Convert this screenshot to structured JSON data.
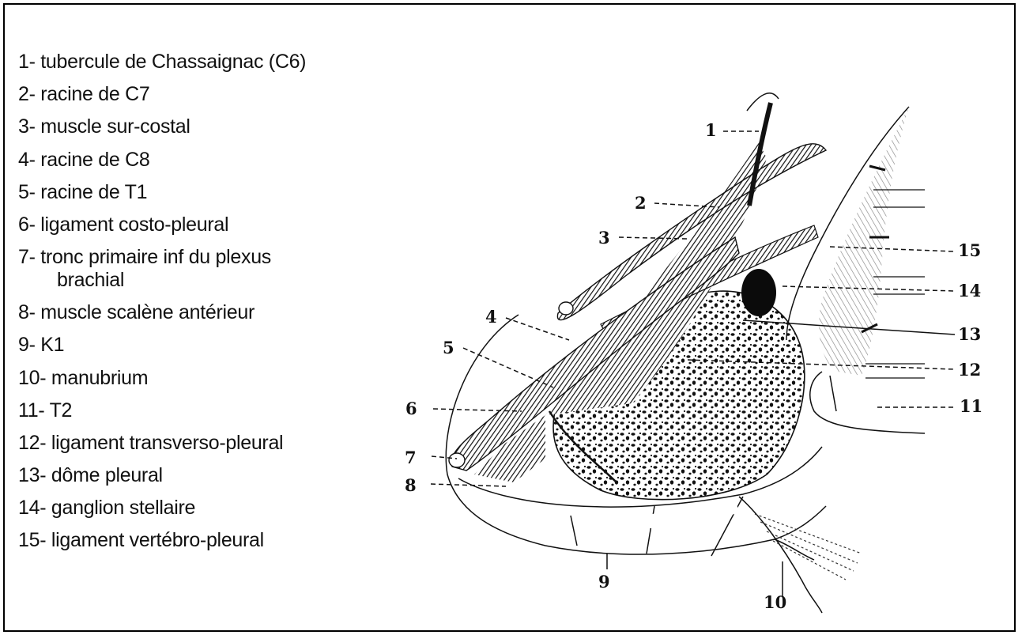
{
  "legend": {
    "items": [
      {
        "text": "1- tubercule de Chassaignac (C6)"
      },
      {
        "text": "2- racine de C7"
      },
      {
        "text": "3- muscle sur-costal"
      },
      {
        "text": "4- racine de C8"
      },
      {
        "text": "5- racine de T1"
      },
      {
        "text": "6- ligament costo-pleural"
      },
      {
        "text": "7- tronc primaire inf du plexus",
        "cont": "brachial"
      },
      {
        "text": "8- muscle scalène antérieur"
      },
      {
        "text": "9- K1"
      },
      {
        "text": "10- manubrium"
      },
      {
        "text": "11- T2"
      },
      {
        "text": "12- ligament transverso-pleural"
      },
      {
        "text": "13- dôme pleural"
      },
      {
        "text": "14- ganglion stellaire"
      },
      {
        "text": "15- ligament vertébro-pleural"
      }
    ]
  },
  "figure": {
    "labels": [
      "1",
      "2",
      "3",
      "4",
      "5",
      "6",
      "7",
      "8",
      "9",
      "10",
      "11",
      "12",
      "13",
      "14",
      "15"
    ]
  }
}
